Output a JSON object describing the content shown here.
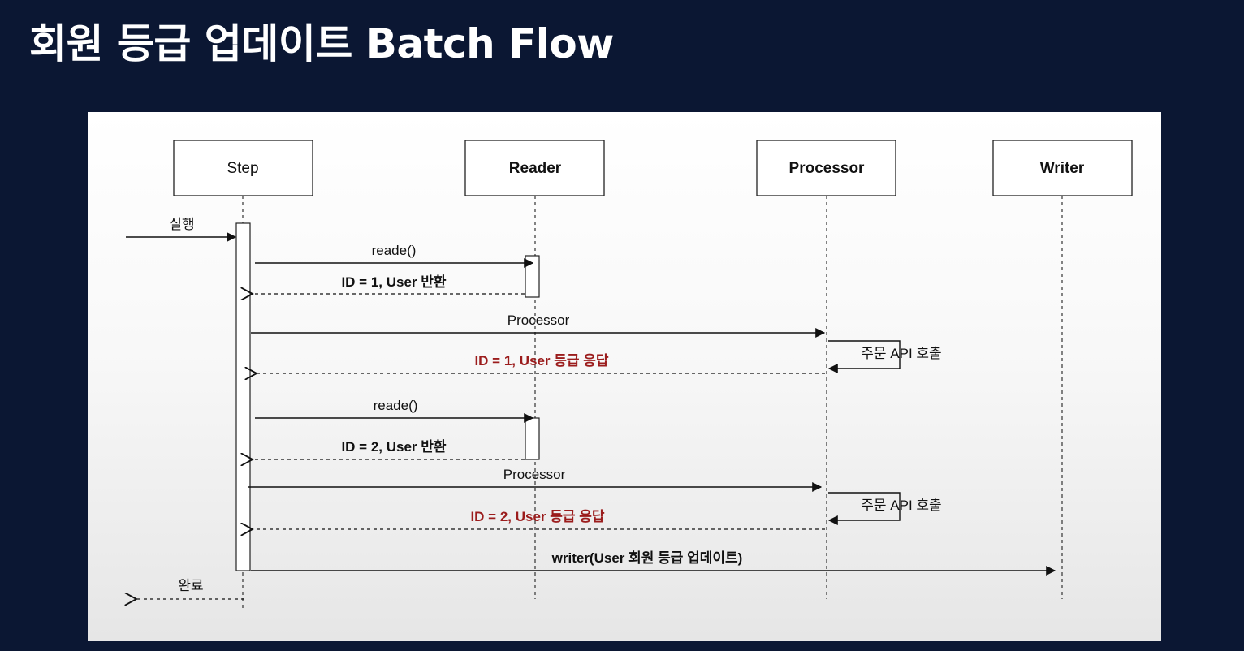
{
  "title": "회원 등급 업데이트 Batch Flow",
  "actors": {
    "step": "Step",
    "reader": "Reader",
    "processor": "Processor",
    "writer": "Writer"
  },
  "messages": {
    "execute": "실행",
    "read_1": "reade()",
    "return_user_1": "ID = 1, User 반환",
    "process_1": "Processor",
    "order_api_1": "주문 API 호출",
    "grade_response_1": "ID = 1, User 등급 응답",
    "read_2": "reade()",
    "return_user_2": "ID = 2, User 반환",
    "process_2": "Processor",
    "order_api_2": "주문 API 호출",
    "grade_response_2": "ID = 2, User 등급 응답",
    "writer": "writer(User 회원 등급 업데이트)",
    "complete": "완료"
  },
  "colors": {
    "background": "#0b1733",
    "emphasis_red": "#9b1c1c"
  }
}
